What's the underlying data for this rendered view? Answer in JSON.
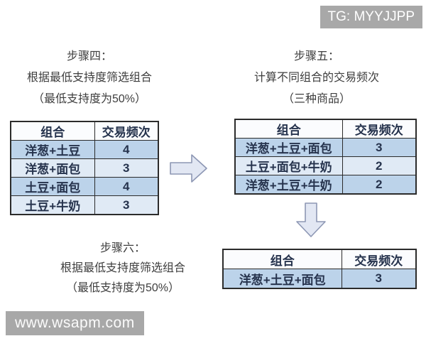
{
  "watermarks": {
    "tg_badge": "TG: MYYJJPP",
    "site_badge": "www.wsapm.com"
  },
  "steps": {
    "step4": {
      "title": "步骤四：",
      "line1": "根据最低支持度筛选组合",
      "line2": "（最低支持度为50%）"
    },
    "step5": {
      "title": "步骤五：",
      "line1": "计算不同组合的交易频次",
      "line2": "（三种商品）"
    },
    "step6": {
      "title": "步骤六：",
      "line1": "根据最低支持度筛选组合",
      "line2": "（最低支持度为50%）"
    }
  },
  "tables": {
    "step4_table": {
      "headers": [
        "组合",
        "交易频次"
      ],
      "rows": [
        [
          "洋葱+土豆",
          "4"
        ],
        [
          "洋葱+面包",
          "3"
        ],
        [
          "土豆+面包",
          "4"
        ],
        [
          "土豆+牛奶",
          "3"
        ]
      ]
    },
    "step5_table": {
      "headers": [
        "组合",
        "交易频次"
      ],
      "rows": [
        [
          "洋葱+土豆+面包",
          "3"
        ],
        [
          "土豆+面包+牛奶",
          "2"
        ],
        [
          "洋葱+土豆+牛奶",
          "2"
        ]
      ]
    },
    "step6_table": {
      "headers": [
        "组合",
        "交易频次"
      ],
      "rows": [
        [
          "洋葱+土豆+面包",
          "3"
        ]
      ]
    }
  },
  "icons": {
    "right_arrow": "block-arrow-right-icon",
    "down_arrow": "block-arrow-down-icon"
  },
  "colors": {
    "row_band_dark": "#bcd3ea",
    "row_band_light": "#e0eaf5",
    "table_border": "#2b2b2b",
    "header_bg": "#fbfcfe",
    "arrow_fill": "#e2e7f3",
    "arrow_stroke": "#8d97b4",
    "badge_bg": "#a8a8a8",
    "badge_text": "#ffffff",
    "caption_text": "#3e3e3e",
    "cell_text": "#26334d"
  }
}
